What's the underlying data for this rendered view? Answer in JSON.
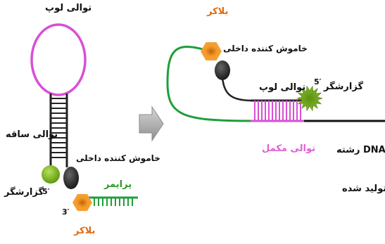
{
  "left_probe": {
    "loop_label": "توالی لوپ",
    "stem_label": "توالی ساقه",
    "quencher_label": "خاموش کننده داخلی",
    "reporter_label": "گزارشگر",
    "reporter_end": "5′",
    "quencher_end": "3′",
    "primer_label": "پرایمر",
    "blocker_label": "بلاکر"
  },
  "right_probe": {
    "blocker_label": "بلاکر",
    "quencher_label": "خاموش کننده داخلی",
    "loop_label": "توالی لوپ",
    "reporter_label": "گزارشگر",
    "reporter_end": "5′",
    "complement_label": "توالی مکمل",
    "strand_label": "رشته DNA",
    "produced_label": "تولید شده"
  },
  "colors": {
    "loop": "#d94fd6",
    "stem": "#222222",
    "primer_green": "#1e9e3a",
    "reporter_green": "#7fb61d",
    "blocker_orange": "#f08a18",
    "quencher": "#333333",
    "arrow_gray": "#a9a9a9"
  },
  "icons": [
    "right-arrow-icon",
    "reporter-starburst-icon",
    "blocker-hexagon-icon"
  ]
}
